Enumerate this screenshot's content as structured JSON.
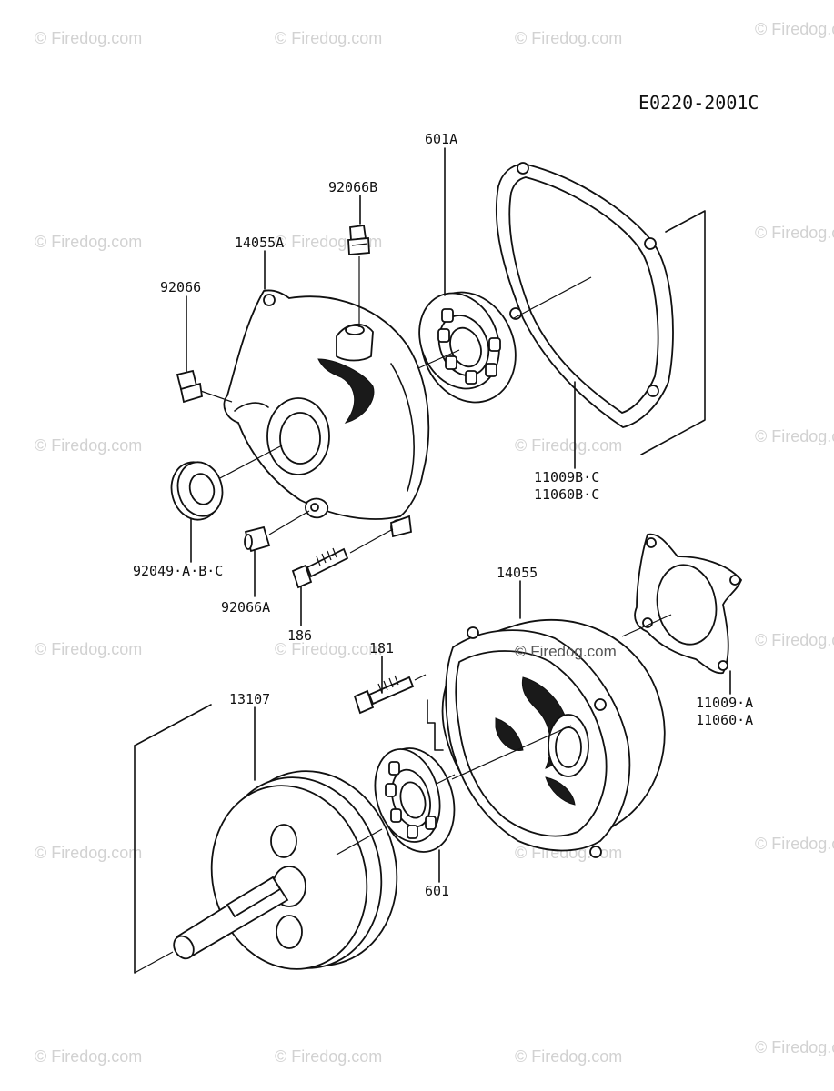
{
  "diagram_ref": "E0220-2001C",
  "labels": {
    "p601A": "601A",
    "p92066B": "92066B",
    "p14055A": "14055A",
    "p92066": "92066",
    "p11009BC": "11009B·C",
    "p11060BC": "11060B·C",
    "p92049ABC": "92049·A·B·C",
    "p92066A": "92066A",
    "p186": "186",
    "p14055": "14055",
    "p181": "181",
    "p13107": "13107",
    "p11009A": "11009·A",
    "p11060A": "11060·A",
    "p601": "601"
  },
  "watermark": "© Firedog.com",
  "inline_watermark": "© Firedog.com"
}
